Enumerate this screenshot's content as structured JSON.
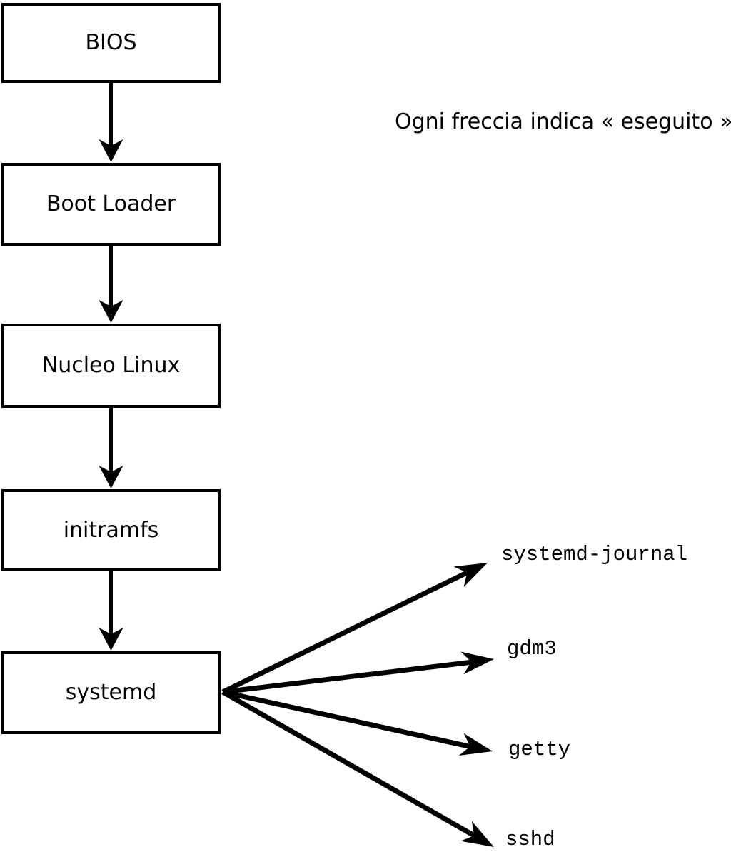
{
  "caption": {
    "text": "Ogni freccia indica « eseguito »."
  },
  "boxes": [
    {
      "label": "BIOS"
    },
    {
      "label": "Boot Loader"
    },
    {
      "label": "Nucleo Linux"
    },
    {
      "label": "initramfs"
    },
    {
      "label": "systemd"
    }
  ],
  "services": [
    {
      "label": "systemd-journal"
    },
    {
      "label": "gdm3"
    },
    {
      "label": "getty"
    },
    {
      "label": "sshd"
    }
  ],
  "edges": {
    "chain": [
      "BIOS -> Boot Loader",
      "Boot Loader -> Nucleo Linux",
      "Nucleo Linux -> initramfs",
      "initramfs -> systemd"
    ],
    "fanout_from": "systemd",
    "fanout_to": [
      "systemd-journal",
      "gdm3",
      "getty",
      "sshd"
    ]
  },
  "colors": {
    "ink": "#000000",
    "paper": "#ffffff",
    "box_fill": "#ffffff"
  }
}
